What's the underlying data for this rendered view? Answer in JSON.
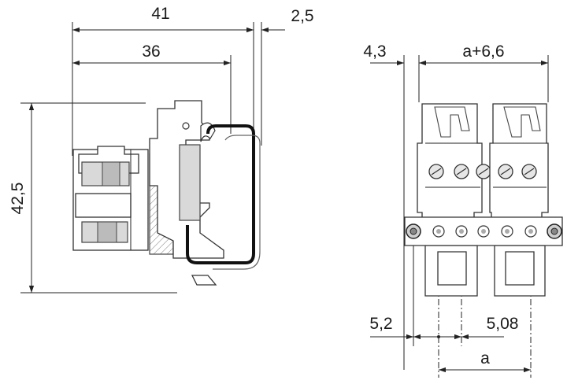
{
  "side_view": {
    "dim_overall_width": "41",
    "dim_rail_width": "36",
    "dim_rail_thickness": "2,5",
    "dim_height": "42,5"
  },
  "front_view": {
    "dim_offset_left": "4,3",
    "dim_length": "a+6,6",
    "dim_first_pin": "5,2",
    "dim_pitch": "5,08",
    "dim_variable": "a"
  }
}
